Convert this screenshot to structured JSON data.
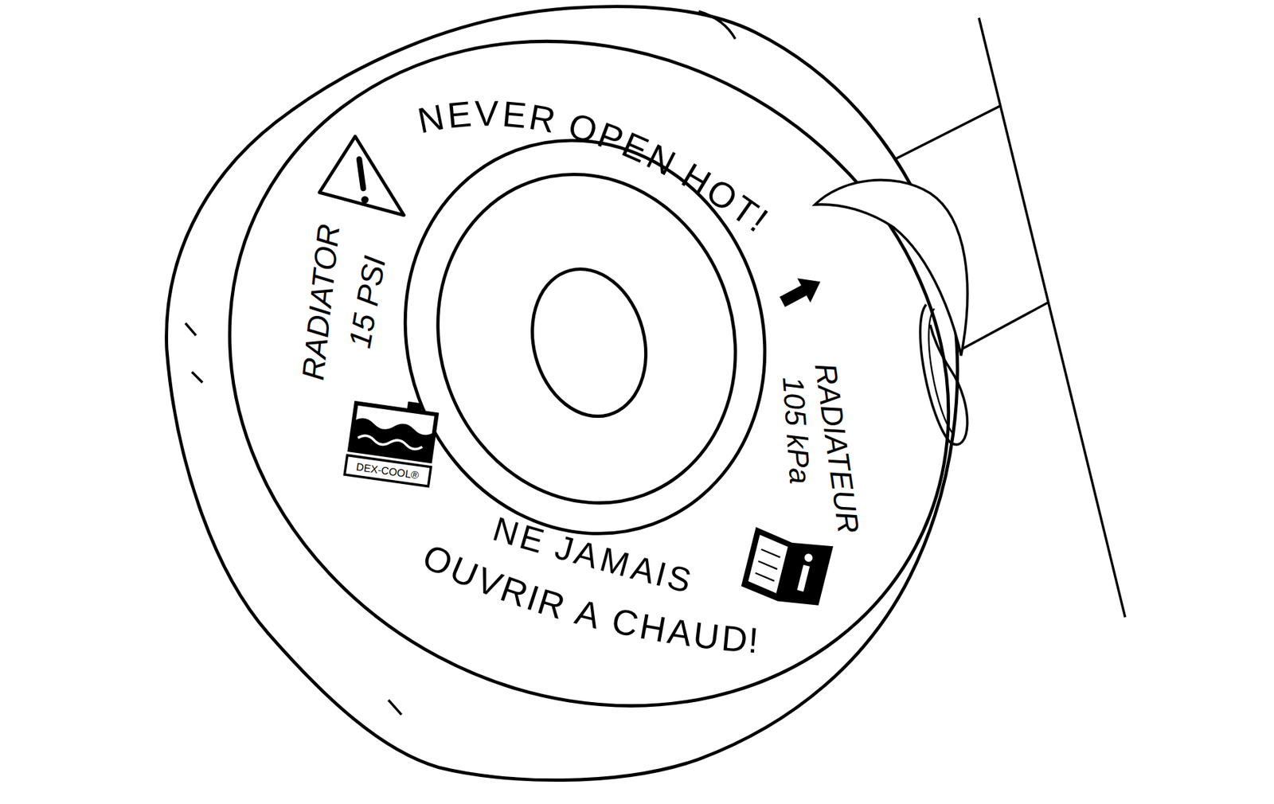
{
  "diagram": {
    "labels": [
      "NEVER OPEN HOT!",
      "RADIATOR",
      "15 PSI",
      "RADIATEUR",
      "105 kPa",
      "NE JAMAIS",
      "OUVRIR A CHAUD!",
      "DEX-COOL®"
    ]
  }
}
